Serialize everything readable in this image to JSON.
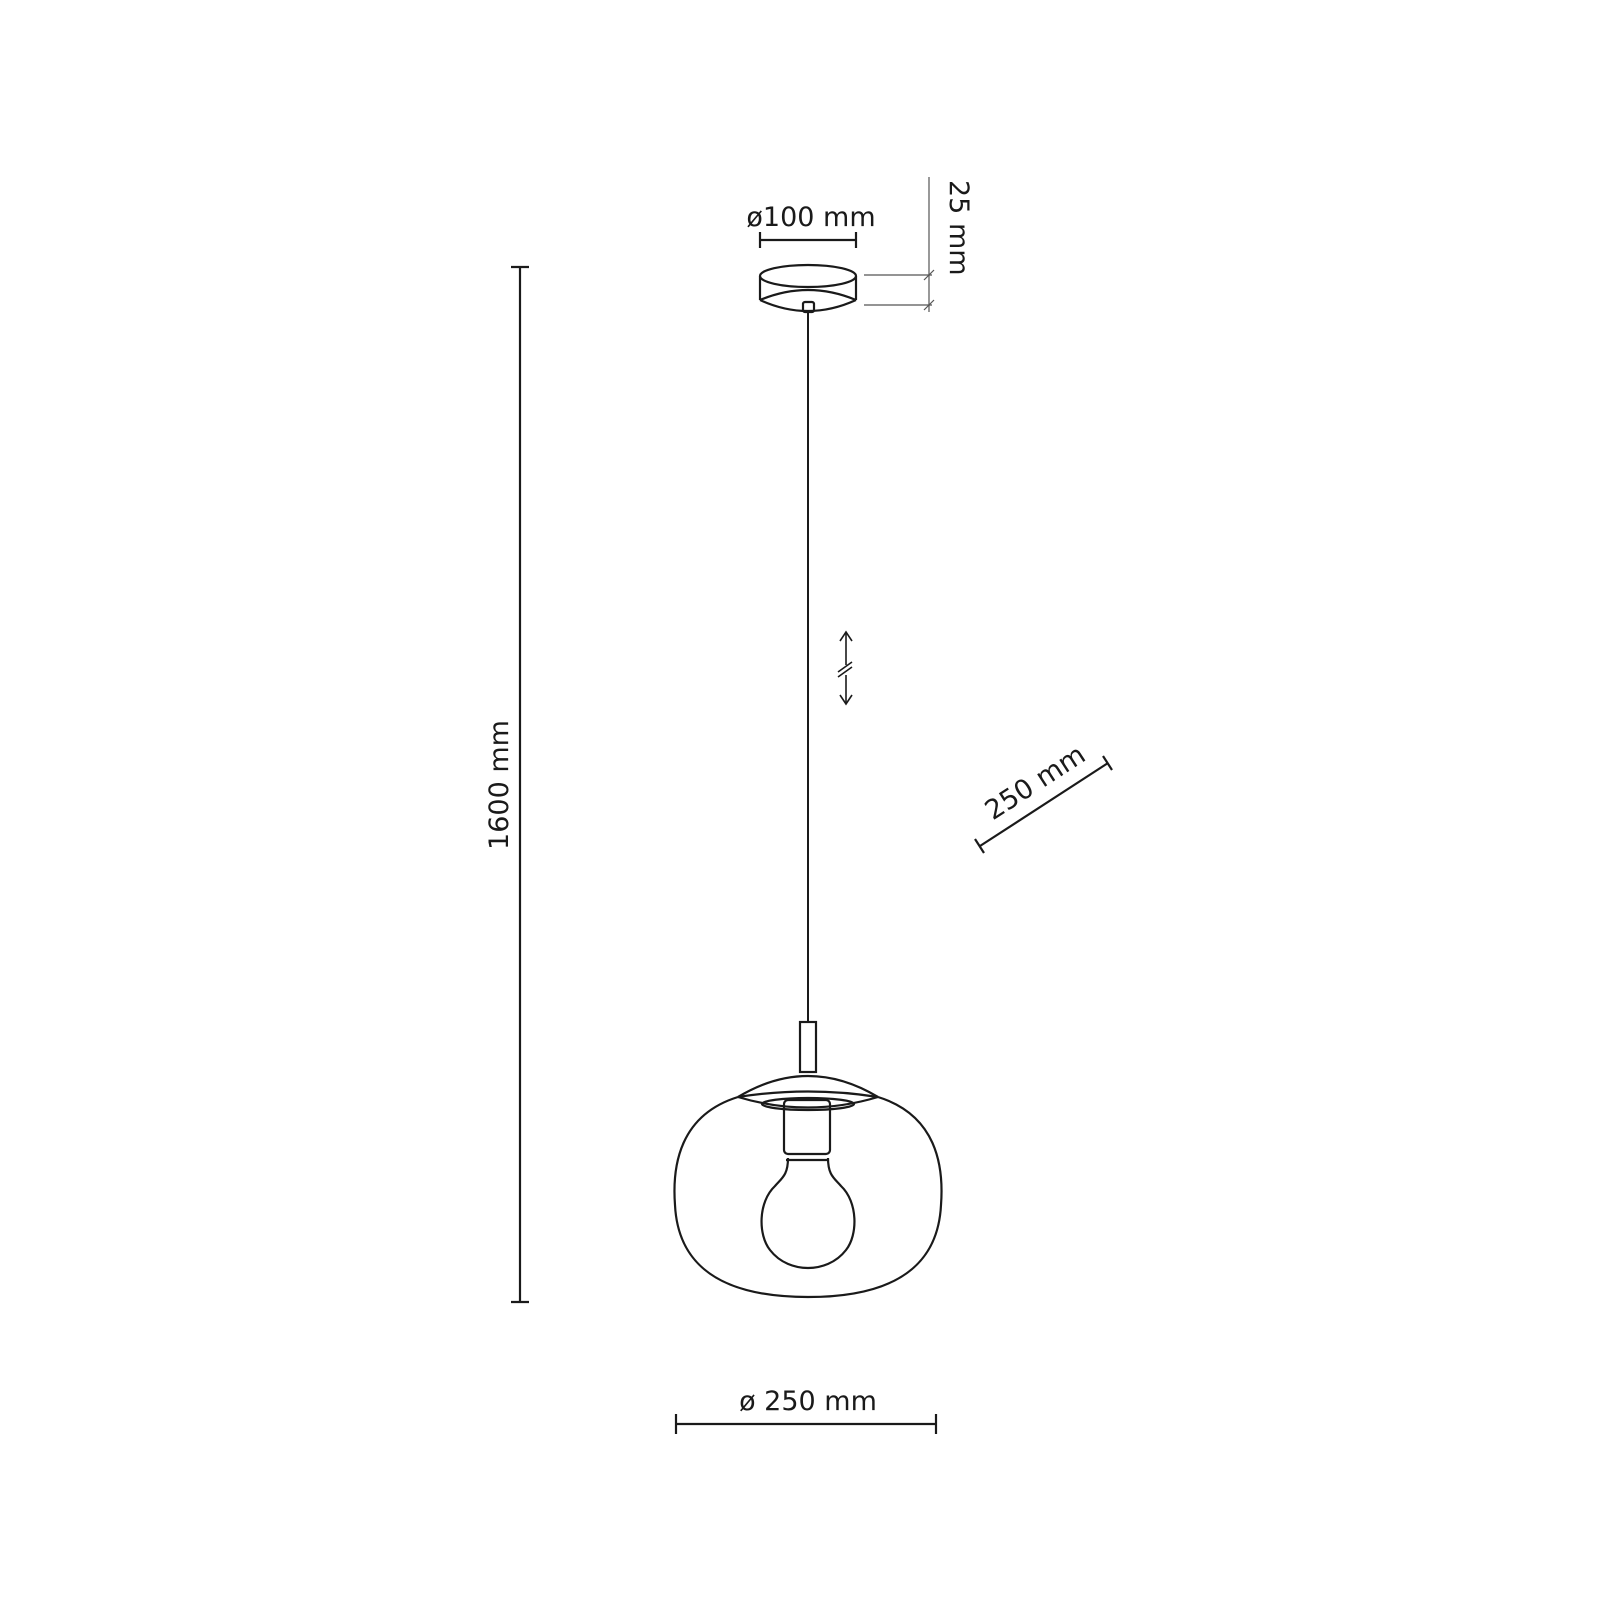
{
  "drawing": {
    "subject": "Pendant lamp dimension drawing",
    "stroke_color": "#1a1a1a",
    "background": "#ffffff",
    "dimensions": {
      "canopy_diameter": "ø100 mm",
      "canopy_height": "25 mm",
      "total_height": "1600 mm",
      "shade_depth": "250 mm",
      "shade_diameter": "ø 250 mm"
    },
    "symbols": {
      "adjustable_cable": "adjustable-length-arrow-icon"
    }
  }
}
